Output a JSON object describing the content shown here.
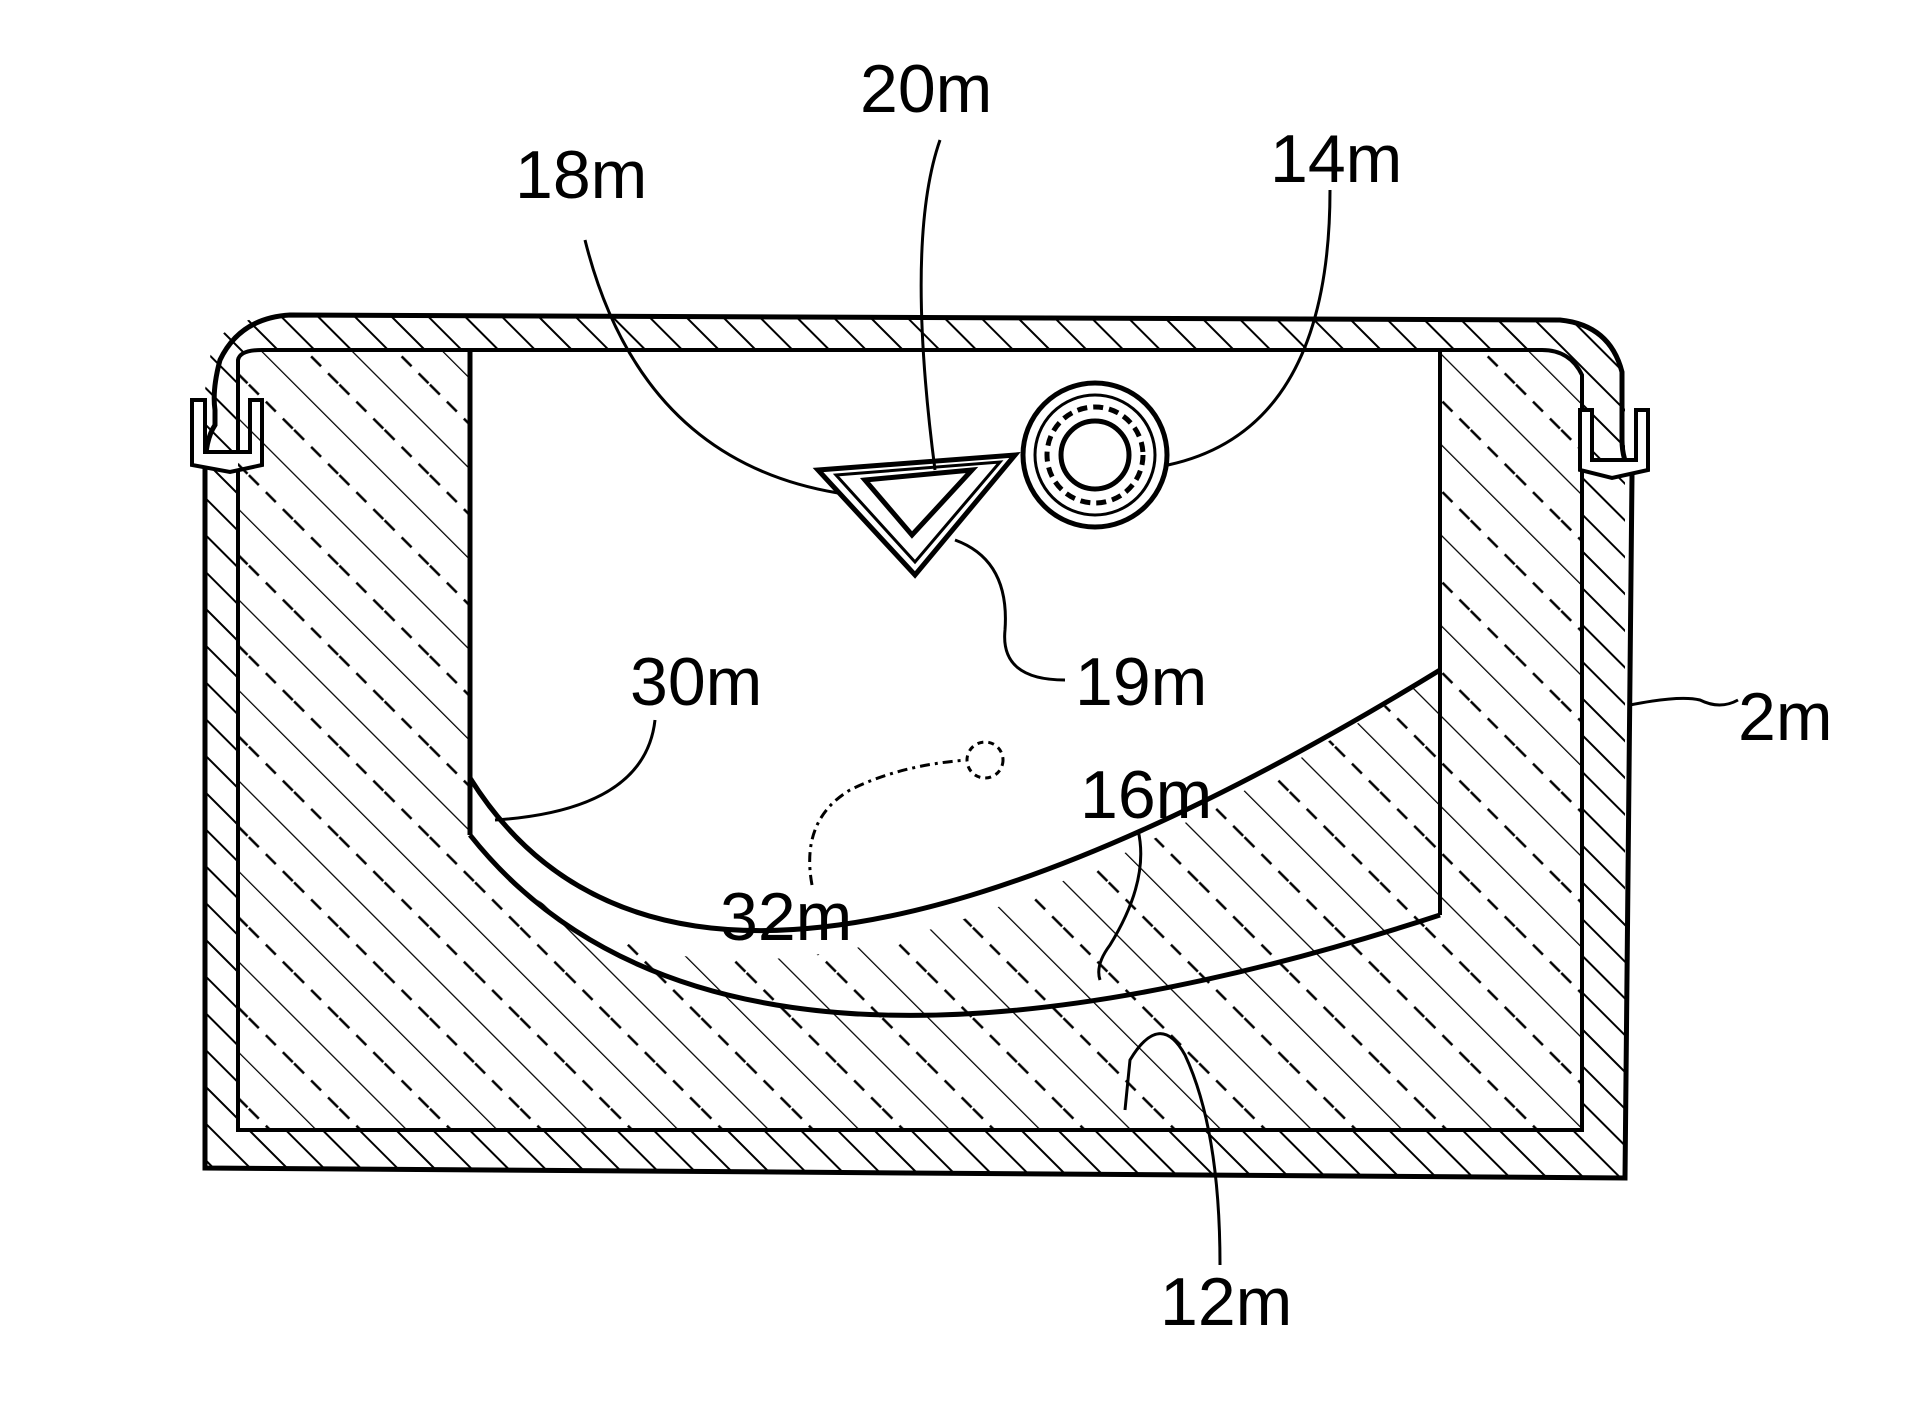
{
  "labels": {
    "ref_20m": "20m",
    "ref_18m": "18m",
    "ref_14m": "14m",
    "ref_19m": "19m",
    "ref_30m": "30m",
    "ref_2m": "2m",
    "ref_16m": "16m",
    "ref_32m": "32m",
    "ref_12m": "12m"
  },
  "colors": {
    "ink": "#000000",
    "paper": "#ffffff"
  }
}
